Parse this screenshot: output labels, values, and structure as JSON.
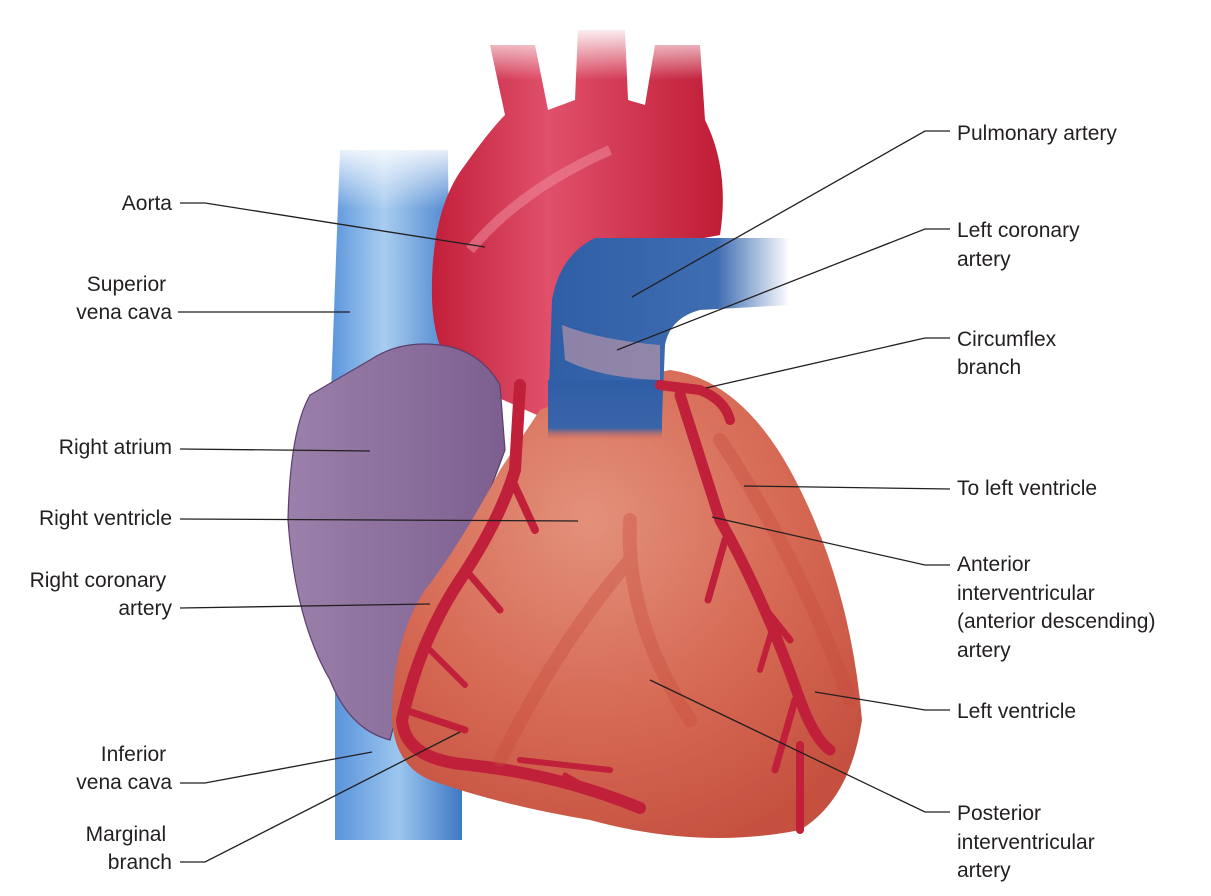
{
  "labels": {
    "aorta": [
      "Aorta"
    ],
    "superior_vena_cava": [
      "Superior",
      "vena cava"
    ],
    "right_atrium": [
      "Right atrium"
    ],
    "right_ventricle": [
      "Right ventricle"
    ],
    "right_coronary_artery": [
      "Right coronary",
      "artery"
    ],
    "inferior_vena_cava": [
      "Inferior",
      "vena cava"
    ],
    "marginal_branch": [
      "Marginal",
      "branch"
    ],
    "pulmonary_artery": [
      "Pulmonary artery"
    ],
    "left_coronary_artery": [
      "Left coronary",
      "artery"
    ],
    "circumflex_branch": [
      "Circumflex",
      "branch"
    ],
    "to_left_ventricle": [
      "To left ventricle"
    ],
    "anterior_interventricular_artery": [
      "Anterior",
      "interventricular",
      "(anterior descending)",
      "artery"
    ],
    "left_ventricle": [
      "Left ventricle"
    ],
    "posterior_interventricular_artery": [
      "Posterior",
      "interventricular",
      "artery"
    ]
  },
  "colors": {
    "artery_red": "#c0203a",
    "ventricle_salmon": "#d8654f",
    "vein_blue_light": "#8fbce6",
    "vein_blue_dark": "#3a64a8",
    "atrium_purple": "#8a6c9a",
    "label_text": "#231f20"
  }
}
